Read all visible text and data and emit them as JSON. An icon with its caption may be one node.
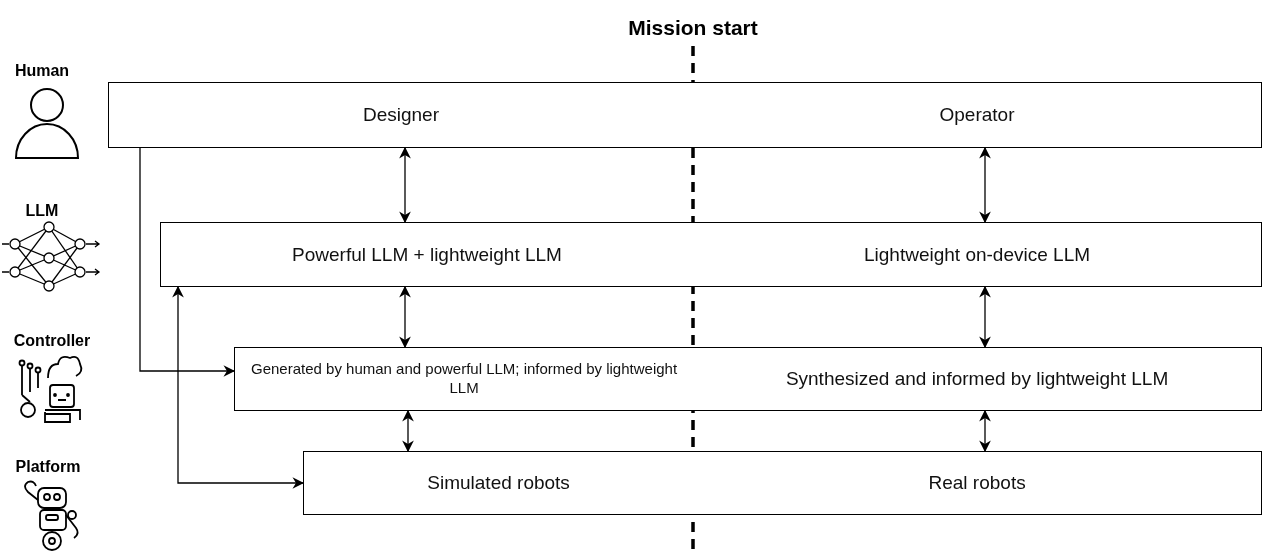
{
  "diagram": {
    "nodes": [
      {
        "text": [
          "Designer",
          "Operator"
        ]
      },
      {
        "text": [
          "Powerful LLM + lightweight LLM",
          "Lightweight on-device LLM"
        ]
      },
      {
        "text": [
          "Generated by human and powerful LLM; informed by lightweight LLM",
          "Synthesized and informed by lightweight LLM"
        ]
      },
      {
        "text": [
          "Simulated robots",
          "Real robots"
        ]
      }
    ],
    "edges": [
      {
        "from": 0,
        "to": 1,
        "arrow": "both"
      },
      {
        "from": 0,
        "to": 1,
        "arrow": "both"
      },
      {
        "from": 1,
        "to": 2,
        "arrow": "both"
      },
      {
        "from": 1,
        "to": 2,
        "arrow": "both"
      },
      {
        "from": 2,
        "to": 3,
        "arrow": "both"
      },
      {
        "from": 2,
        "to": 3,
        "arrow": "both"
      },
      {
        "from": 0,
        "to": 2,
        "arrow": "to"
      },
      {
        "from": 1,
        "to": 3,
        "arrow": "both"
      }
    ],
    "labels": [
      "Mission start",
      "Human",
      "LLM",
      "Controller",
      "Platform"
    ]
  }
}
